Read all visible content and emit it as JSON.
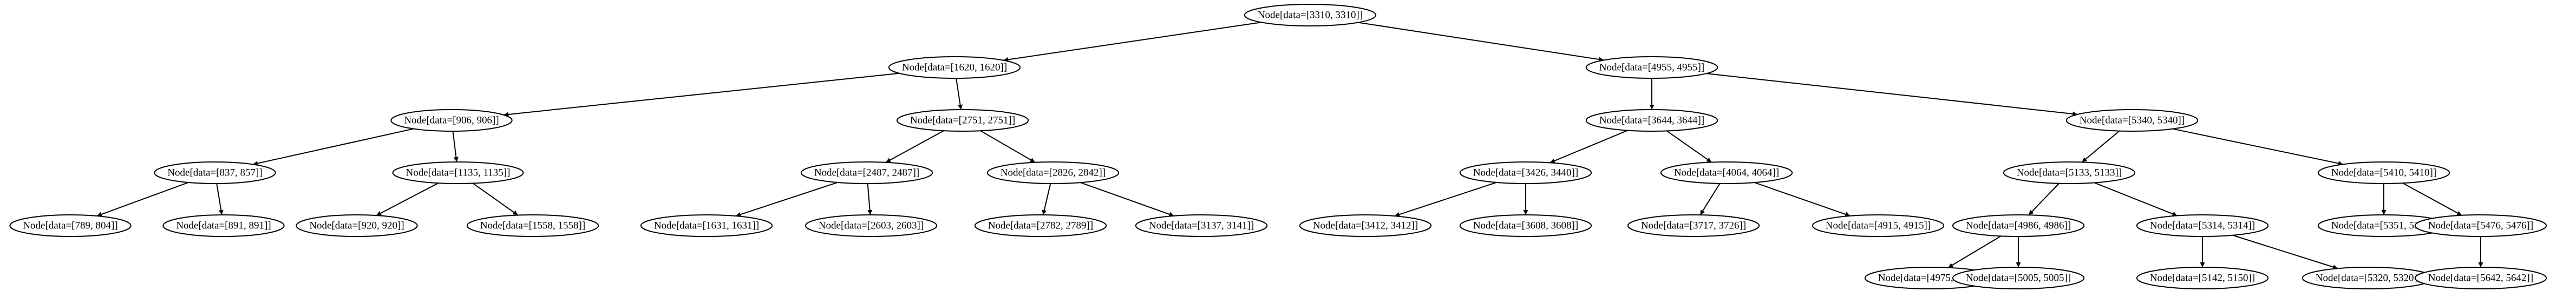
{
  "colors": {
    "background": "#ffffff",
    "stroke": "#000000",
    "text": "#000000"
  },
  "nodes": [
    {
      "id": "n3310",
      "label": "Node[data=[3310, 3310]]",
      "children": [
        "n1620",
        "n4955"
      ]
    },
    {
      "id": "n1620",
      "label": "Node[data=[1620, 1620]]",
      "children": [
        "n906",
        "n2751"
      ]
    },
    {
      "id": "n4955",
      "label": "Node[data=[4955, 4955]]",
      "children": [
        "n3644",
        "n5340"
      ]
    },
    {
      "id": "n906",
      "label": "Node[data=[906, 906]]",
      "children": [
        "n837",
        "n1135"
      ]
    },
    {
      "id": "n2751",
      "label": "Node[data=[2751, 2751]]",
      "children": [
        "n2487",
        "n2826"
      ]
    },
    {
      "id": "n3644",
      "label": "Node[data=[3644, 3644]]",
      "children": [
        "n3426",
        "n4064"
      ]
    },
    {
      "id": "n5340",
      "label": "Node[data=[5340, 5340]]",
      "children": [
        "n5133",
        "n5410"
      ]
    },
    {
      "id": "n837",
      "label": "Node[data=[837, 857]]",
      "children": [
        "n789",
        "n891"
      ]
    },
    {
      "id": "n1135",
      "label": "Node[data=[1135, 1135]]",
      "children": [
        "n920",
        "n1558"
      ]
    },
    {
      "id": "n2487",
      "label": "Node[data=[2487, 2487]]",
      "children": [
        "n1631",
        "n2603"
      ]
    },
    {
      "id": "n2826",
      "label": "Node[data=[2826, 2842]]",
      "children": [
        "n2782",
        "n3137"
      ]
    },
    {
      "id": "n3426",
      "label": "Node[data=[3426, 3440]]",
      "children": [
        "n3412",
        "n3608"
      ]
    },
    {
      "id": "n4064",
      "label": "Node[data=[4064, 4064]]",
      "children": [
        "n3717",
        "n4915"
      ]
    },
    {
      "id": "n5133",
      "label": "Node[data=[5133, 5133]]",
      "children": [
        "n4986",
        "n5314"
      ]
    },
    {
      "id": "n5410",
      "label": "Node[data=[5410, 5410]]",
      "children": [
        "n5351",
        "n5476"
      ]
    },
    {
      "id": "n789",
      "label": "Node[data=[789, 804]]",
      "children": []
    },
    {
      "id": "n891",
      "label": "Node[data=[891, 891]]",
      "children": []
    },
    {
      "id": "n920",
      "label": "Node[data=[920, 920]]",
      "children": []
    },
    {
      "id": "n1558",
      "label": "Node[data=[1558, 1558]]",
      "children": []
    },
    {
      "id": "n1631",
      "label": "Node[data=[1631, 1631]]",
      "children": []
    },
    {
      "id": "n2603",
      "label": "Node[data=[2603, 2603]]",
      "children": []
    },
    {
      "id": "n2782",
      "label": "Node[data=[2782, 2789]]",
      "children": []
    },
    {
      "id": "n3137",
      "label": "Node[data=[3137, 3141]]",
      "children": []
    },
    {
      "id": "n3412",
      "label": "Node[data=[3412, 3412]]",
      "children": []
    },
    {
      "id": "n3608",
      "label": "Node[data=[3608, 3608]]",
      "children": []
    },
    {
      "id": "n3717",
      "label": "Node[data=[3717, 3726]]",
      "children": []
    },
    {
      "id": "n4915",
      "label": "Node[data=[4915, 4915]]",
      "children": []
    },
    {
      "id": "n4986",
      "label": "Node[data=[4986, 4986]]",
      "children": [
        "n4975",
        "n5005"
      ]
    },
    {
      "id": "n5314",
      "label": "Node[data=[5314, 5314]]",
      "children": [
        "n5142",
        "n5320"
      ]
    },
    {
      "id": "n5351",
      "label": "Node[data=[5351, 5351]]",
      "children": []
    },
    {
      "id": "n5476",
      "label": "Node[data=[5476, 5476]]",
      "children": [
        "n5642"
      ]
    },
    {
      "id": "n4975",
      "label": "Node[data=[4975, 4975]]",
      "children": []
    },
    {
      "id": "n5005",
      "label": "Node[data=[5005, 5005]]",
      "children": []
    },
    {
      "id": "n5142",
      "label": "Node[data=[5142, 5150]]",
      "children": []
    },
    {
      "id": "n5320",
      "label": "Node[data=[5320, 5320]]",
      "children": []
    },
    {
      "id": "n5642",
      "label": "Node[data=[5642, 5642]]",
      "children": []
    }
  ]
}
